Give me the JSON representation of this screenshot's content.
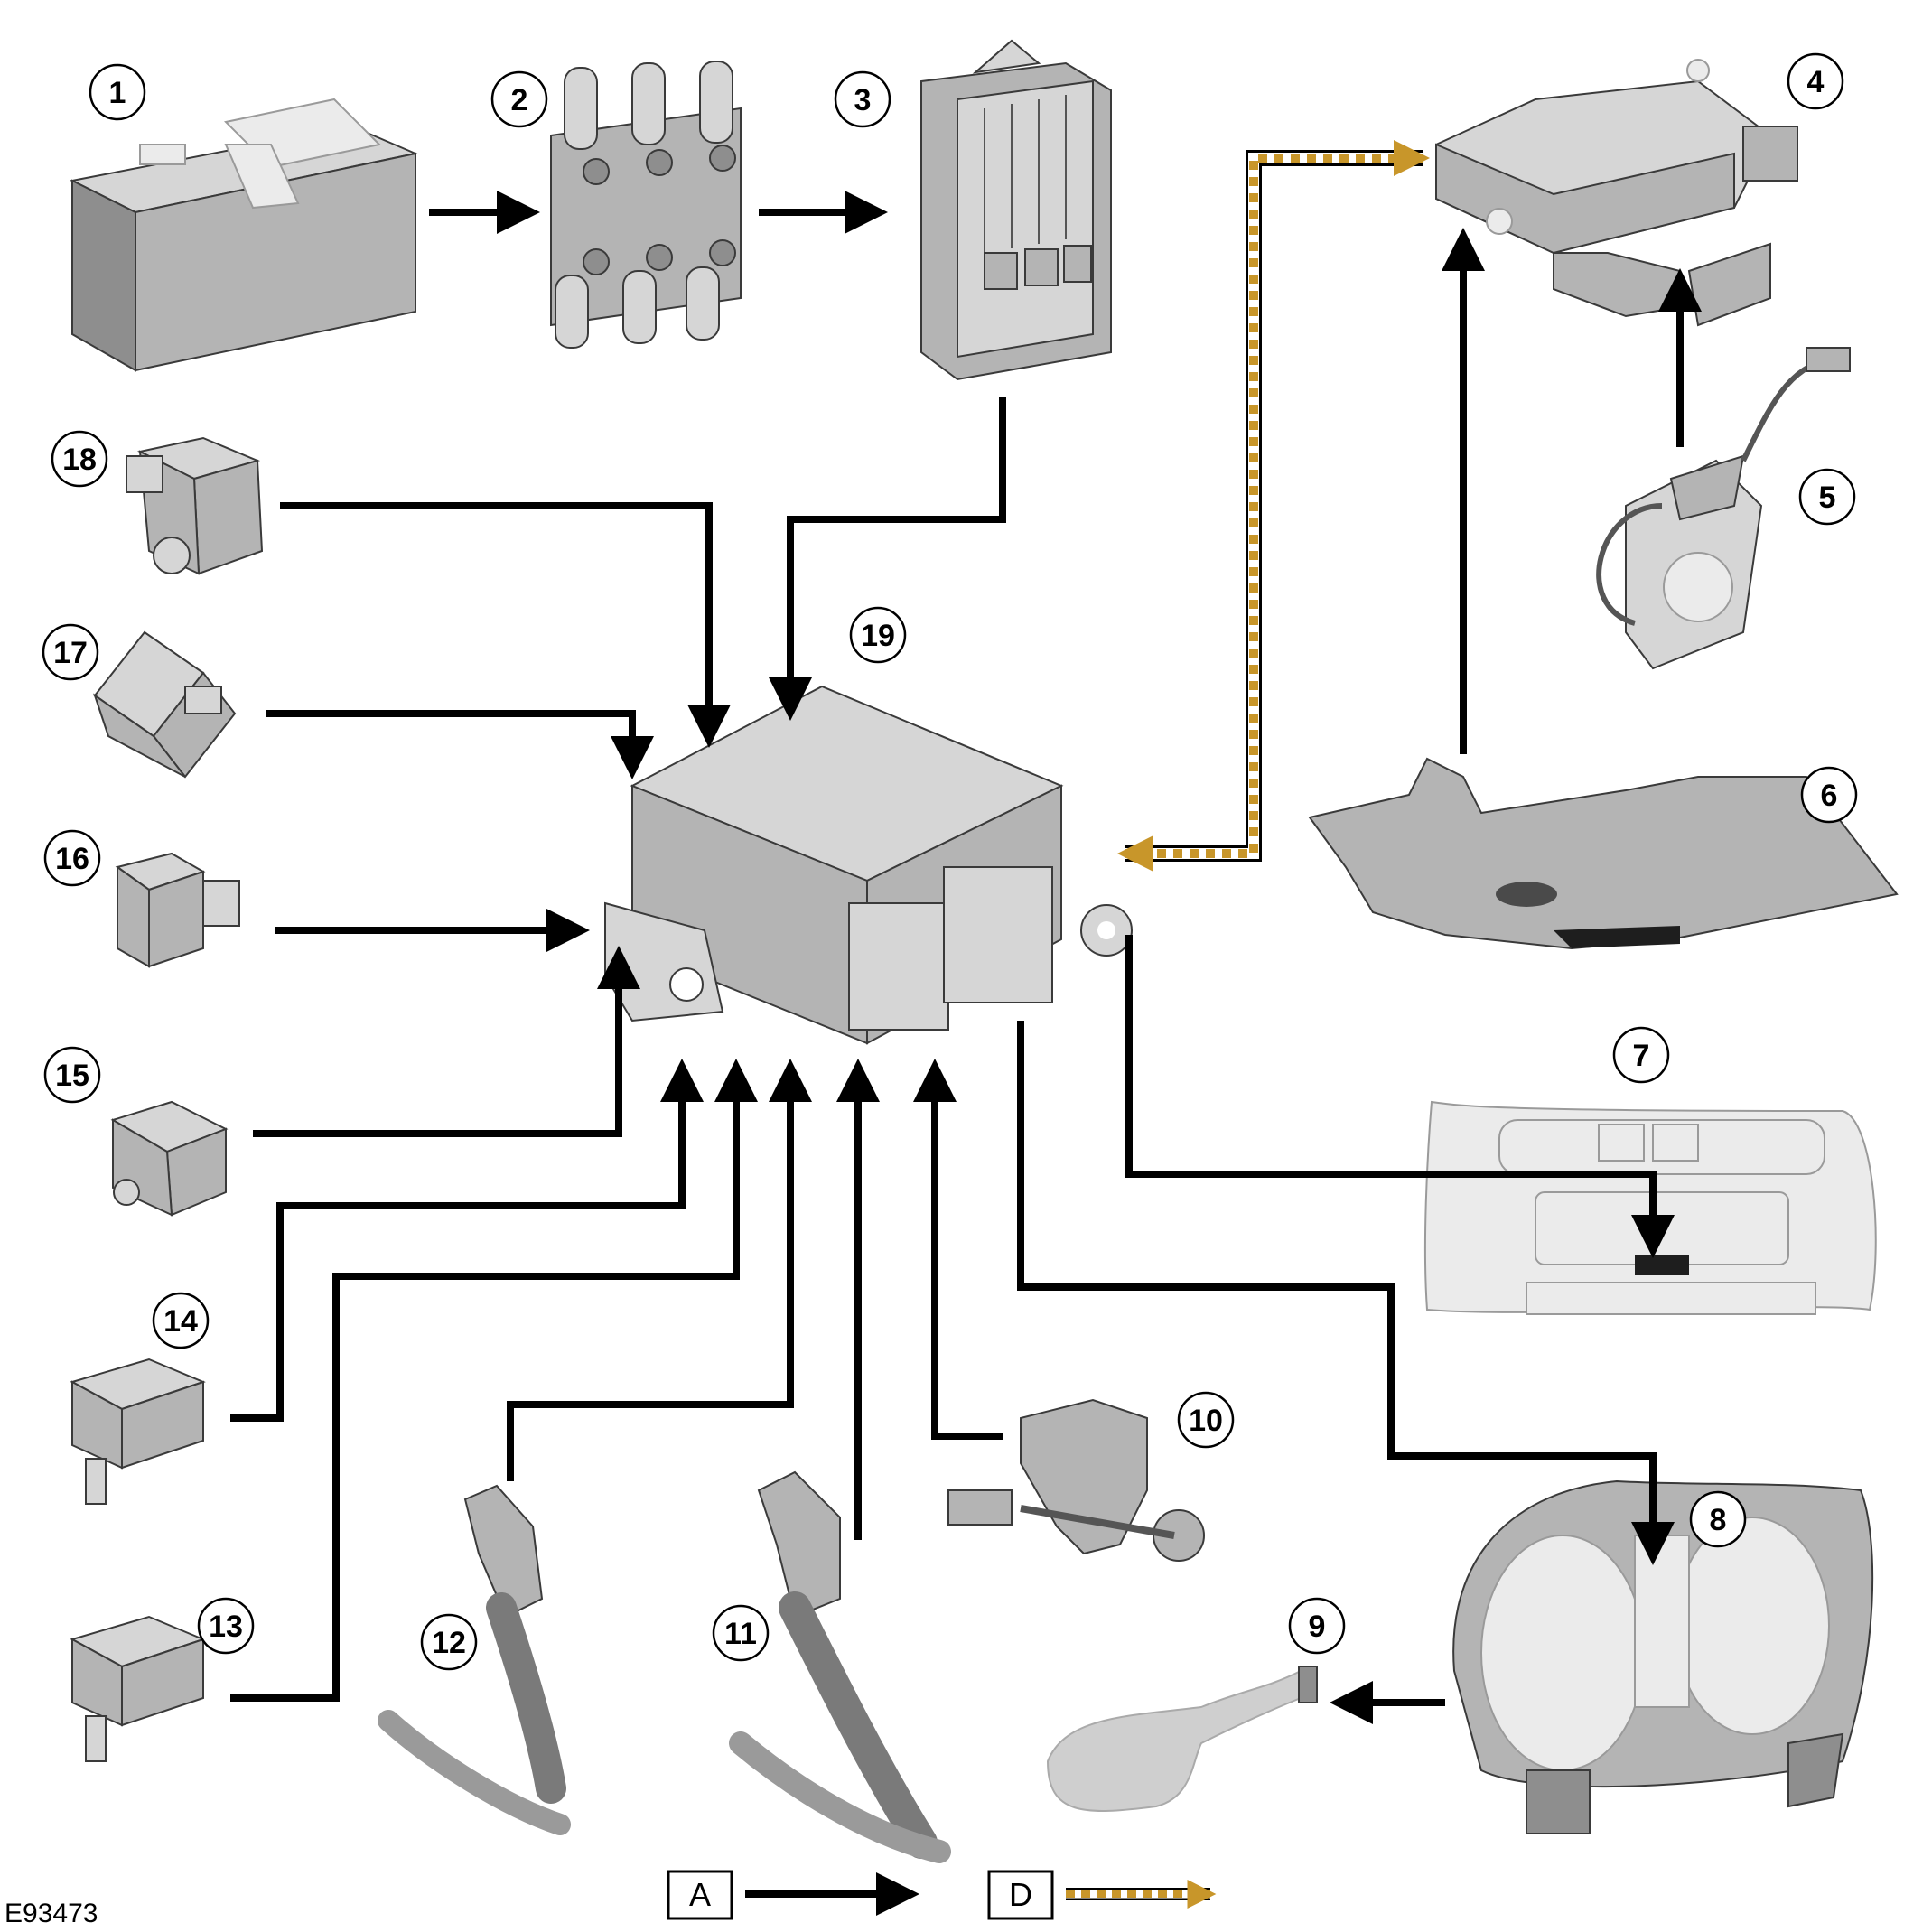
{
  "figure_ref": "E93473",
  "legend_boxes": {
    "a": "A",
    "d": "D"
  },
  "callouts": {
    "n1": "1",
    "n2": "2",
    "n3": "3",
    "n4": "4",
    "n5": "5",
    "n6": "6",
    "n7": "7",
    "n8": "8",
    "n9": "9",
    "n10": "10",
    "n11": "11",
    "n12": "12",
    "n13": "13",
    "n14": "14",
    "n15": "15",
    "n16": "16",
    "n17": "17",
    "n18": "18",
    "n19": "19"
  },
  "colors": {
    "hardwired": "#000000",
    "network_dash": "#c8962a",
    "network_fill": "#ffffff"
  }
}
